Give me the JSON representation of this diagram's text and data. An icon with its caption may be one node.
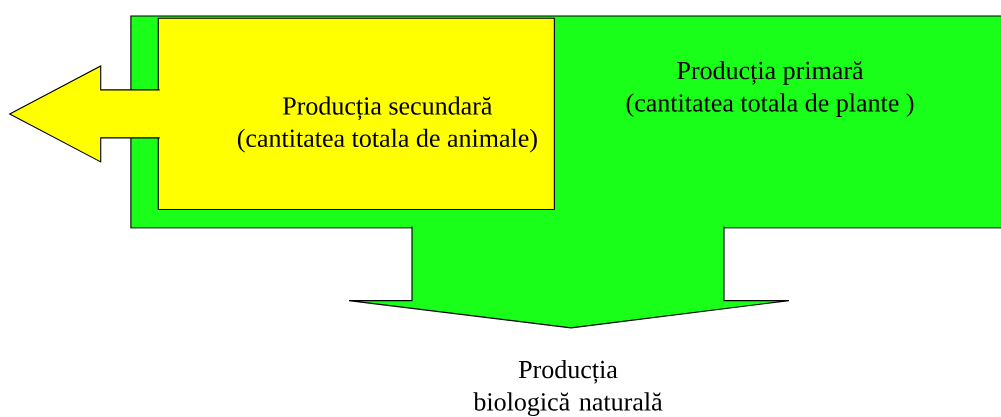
{
  "diagram": {
    "nodes": [
      {
        "text": [
          "Producția primară",
          "(cantitatea totala de plante )"
        ]
      },
      {
        "text": [
          "Producția secundară",
          "(cantitatea totala de animale)"
        ],
        "in": 0
      },
      {
        "text": [
          "Producția biologică naturală"
        ]
      }
    ],
    "edges": [
      {
        "from": 0,
        "to": 2,
        "arrow": "to",
        "color": "#1aff1a"
      },
      {
        "from": 1,
        "to": null,
        "arrow": "to",
        "color": "#ffff00"
      }
    ]
  }
}
